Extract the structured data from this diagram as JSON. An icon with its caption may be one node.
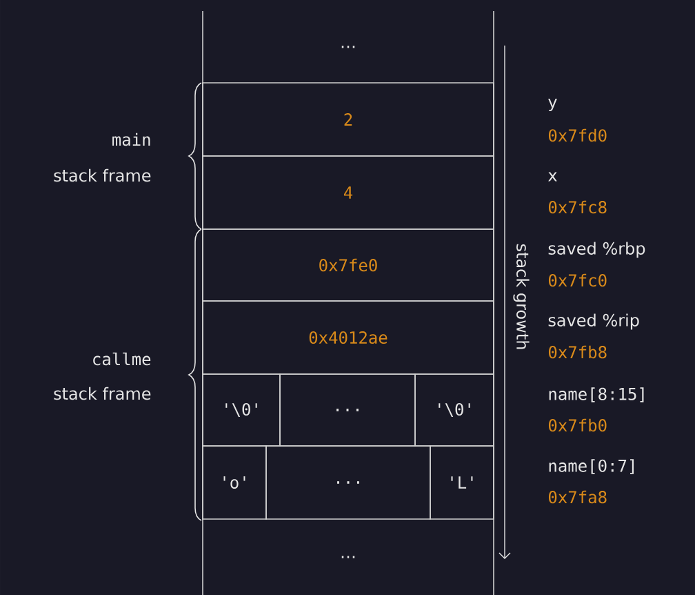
{
  "diagram": {
    "nodes": [
      {
        "text": [
          "…"
        ]
      },
      {
        "text": [
          "2"
        ]
      },
      {
        "text": [
          "4"
        ]
      },
      {
        "text": [
          "0x7fe0"
        ]
      },
      {
        "text": [
          "0x4012ae"
        ]
      },
      {
        "text": [
          "'\\0'"
        ]
      },
      {
        "text": [
          "..."
        ]
      },
      {
        "text": [
          "'\\0'"
        ]
      },
      {
        "text": [
          "'o'"
        ]
      },
      {
        "text": [
          "..."
        ]
      },
      {
        "text": [
          "'L'"
        ]
      },
      {
        "text": [
          "…"
        ]
      }
    ],
    "labels": [
      "main",
      "stack frame",
      "callme",
      "stack frame",
      "stack growth",
      "y",
      "0x7fd0",
      "x",
      "0x7fc8",
      "saved %rbp",
      "0x7fc0",
      "saved %rip",
      "0x7fb8",
      "name[8:15]",
      "0x7fb0",
      "name[0:7]",
      "0x7fa8"
    ]
  }
}
